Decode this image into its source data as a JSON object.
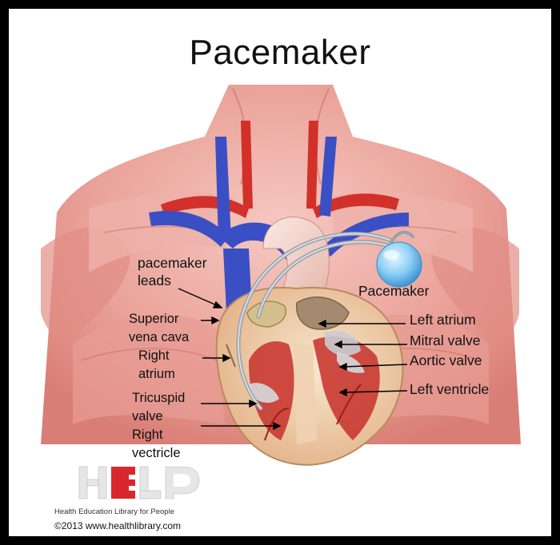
{
  "title": "Pacemaker",
  "labels": {
    "pacemaker_leads_1": "pacemaker",
    "pacemaker_leads_2": "leads",
    "pacemaker_device": "Pacemaker",
    "superior_vena_cava_1": "Superior",
    "superior_vena_cava_2": "vena cava",
    "right_atrium_1": "Right",
    "right_atrium_2": "atrium",
    "tricuspid_valve_1": "Tricuspid",
    "tricuspid_valve_2": "valve",
    "right_ventricle_1": "Right",
    "right_ventricle_2": "vectricle",
    "left_atrium": "Left atrium",
    "mitral_valve": "Mitral valve",
    "aortic_valve": "Aortic valve",
    "left_ventricle": "Left ventricle"
  },
  "logo": {
    "text": "HELP",
    "subtitle": "Health Education Library for People"
  },
  "copyright": "©2013 www.healthlibrary.com",
  "colors": {
    "muscle": "#e59a92",
    "muscle_dark": "#c9655e",
    "vein": "#3a4fc4",
    "artery": "#d2302a",
    "device": "#7fc4f0",
    "logo_red": "#d8282e"
  }
}
